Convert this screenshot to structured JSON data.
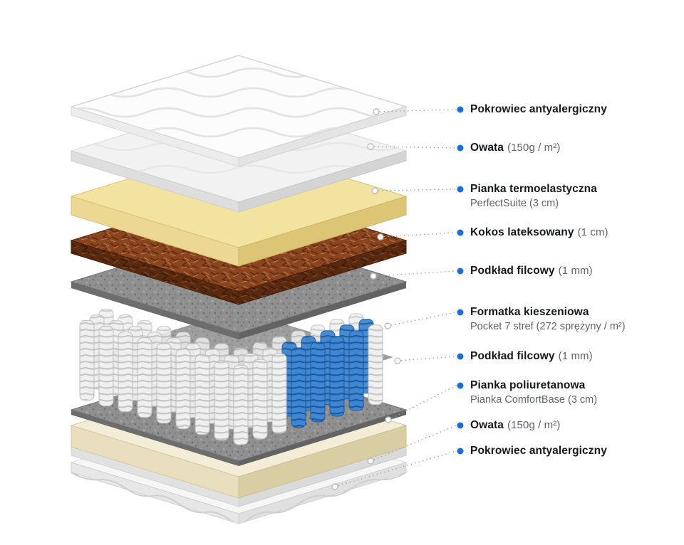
{
  "diagram": {
    "type": "exploded-mattress-layers",
    "colors": {
      "accent_dot": "#1a6fd1",
      "cover": "#fcfcfc",
      "owata": "#f2f2f2",
      "memory_foam": "#f3e3a0",
      "coconut": "#8a4520",
      "felt": "#8d8d8d",
      "spring_white": "#ededed",
      "spring_blue": "#3f87d2",
      "base_foam": "#f3ecd6",
      "bottom_cover": "#f6f6f6",
      "bottom_owata": "#f0f0f0"
    },
    "labels": [
      {
        "title": "Pokrowiec antyalergiczny",
        "suffix": "",
        "line2": ""
      },
      {
        "title": "Owata",
        "suffix": "(150g / m²)",
        "line2": ""
      },
      {
        "title": "Pianka termoelastyczna",
        "suffix": "",
        "line2": "PerfectSuite (3 cm)"
      },
      {
        "title": "Kokos lateksowany",
        "suffix": "(1 cm)",
        "line2": ""
      },
      {
        "title": "Podkład filcowy",
        "suffix": "(1 mm)",
        "line2": ""
      },
      {
        "title": "Formatka kieszeniowa",
        "suffix": "",
        "line2": "Pocket 7 stref (272 sprężyny / m²)"
      },
      {
        "title": "Podkład filcowy",
        "suffix": "(1 mm)",
        "line2": ""
      },
      {
        "title": "Pianka poliuretanowa",
        "suffix": "",
        "line2": "Pianka ComfortBase (3 cm)"
      },
      {
        "title": "Owata",
        "suffix": "(150g / m²)",
        "line2": ""
      },
      {
        "title": "Pokrowiec antyalergiczny",
        "suffix": "",
        "line2": ""
      }
    ]
  }
}
